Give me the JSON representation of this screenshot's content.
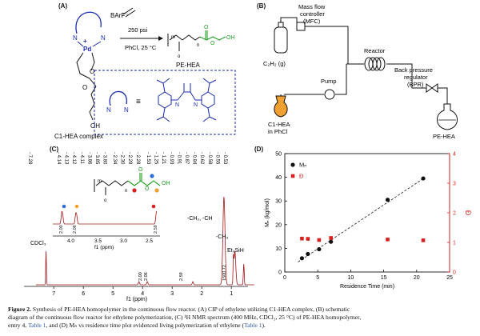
{
  "panel_a": {
    "label": "(A)",
    "counterion": "BArF⁻",
    "metal": "Pd",
    "plus": "+",
    "n_left": "N",
    "n_right": "N",
    "oxygen": "O",
    "oh": "OH",
    "complex_name": "C1-HEA complex",
    "conditions_top": "250 psi",
    "conditions_bottom": "PhCl, 25 °C",
    "subscript_m": "m",
    "subscript_n": "n",
    "subscript_o": "o",
    "product_name": "PE-HEA",
    "ligand_n1": "N",
    "ligand_n2": "N",
    "ligand_eq": "≡"
  },
  "panel_b": {
    "label": "(B)",
    "mfc_label": [
      "Mass flow",
      "controller",
      "(MFC)"
    ],
    "gas_label": "C₂H₂ (g)",
    "pump_label": "Pump",
    "reactor_label": "Reactor",
    "bpr_label": [
      "Back pressure",
      "regulator",
      "(BPR)"
    ],
    "feed_label": [
      "C1-HEA",
      "in PhCl"
    ],
    "product_label": "PE-HEA"
  },
  "panel_c": {
    "label": "(C)",
    "peak_labels_left": [
      "7.28"
    ],
    "peak_labels_group1": [
      "4.14",
      "4.13",
      "4.12",
      "4.11",
      "3.86",
      "3.85",
      "3.80"
    ],
    "peak_labels_group2": [
      "2.34",
      "2.30",
      "2.29",
      "2.28"
    ],
    "peak_labels_group3": [
      "1.53",
      "1.25",
      "1.21",
      "0.93",
      "0.91",
      "0.87",
      "0.84",
      "0.62",
      "0.58",
      "0.55",
      "0.53"
    ],
    "assign_ch2ch": "-CH₂, -CH",
    "assign_ch3": "-CH₃",
    "assign_et3sih": "Et₃SiH",
    "solvent": "CDCl₃",
    "inset_integrals": [
      "2.00",
      "2.06",
      "2.59"
    ],
    "inset_ticks": [
      "4.0",
      "3.5",
      "3.0",
      "2.5"
    ],
    "inset_axis": "f1 (ppm)",
    "main_integrals": [
      "2.00",
      "2.06",
      "2.59",
      "1500.72"
    ],
    "main_ticks": [
      "7",
      "6",
      "5",
      "4",
      "3",
      "2",
      "1",
      "0"
    ],
    "main_axis": "f1 (ppm)",
    "struct_o": "O",
    "struct_oh": "OH",
    "struct_m": "m",
    "struct_n": "n",
    "struct_o_sub": "o",
    "marker_colors": {
      "blue": "#2e6fd8",
      "orange": "#f0a030",
      "red": "#d82020"
    }
  },
  "panel_d": {
    "label": "(D)"
  },
  "chart_data": {
    "type": "scatter",
    "xlabel": "Residence Time (min)",
    "ylabel": "Mₙ (kg/mol)",
    "y2label": "Đ",
    "xlim": [
      0,
      25
    ],
    "ylim": [
      0,
      50
    ],
    "y2lim": [
      0,
      4
    ],
    "xticks": [
      0,
      5,
      10,
      15,
      20,
      25
    ],
    "yticks": [
      0,
      10,
      20,
      30,
      40,
      50
    ],
    "y2ticks": [
      0,
      1,
      2,
      3,
      4
    ],
    "legend_position": "top-left",
    "grid": false,
    "series": [
      {
        "name": "Mₙ",
        "axis": "left",
        "color": "#111111",
        "marker": "circle",
        "x": [
          2.6,
          3.5,
          5.2,
          7.0,
          15.6,
          21.0
        ],
        "y": [
          5.8,
          7.6,
          9.6,
          12.8,
          30.5,
          39.5
        ]
      },
      {
        "name": "Đ",
        "axis": "right",
        "color": "#d82020",
        "marker": "square",
        "x": [
          2.6,
          3.5,
          5.2,
          7.0,
          15.6,
          21.0
        ],
        "y": [
          1.13,
          1.12,
          1.08,
          1.15,
          1.1,
          1.07
        ]
      }
    ],
    "trendline": {
      "style": "dashed",
      "color": "#333333",
      "x": [
        2.0,
        21.2
      ],
      "y": [
        4.2,
        39.8
      ]
    }
  },
  "caption": {
    "lead": "Figure 2.",
    "line1": " Synthesis of PE-HEA homopolymer in the continuous flow reactor. (A) CIP of ethylene utilizing C1-HEA complex, (B) schematic",
    "line2": "diagram of the continuous flow reactor for ethylene polymerization, (C) ¹H NMR spectrum (400 MHz, CDCl₃, 25 °C) of PE-HEA homopolymer,",
    "line3_a": "entry 4, ",
    "line3_link1": "Table 1",
    "line3_b": ", and (D) Mₙ vs residence time plot evidenced living polymerization of ethylene (",
    "line3_link2": "Table 1",
    "line3_c": ")."
  }
}
